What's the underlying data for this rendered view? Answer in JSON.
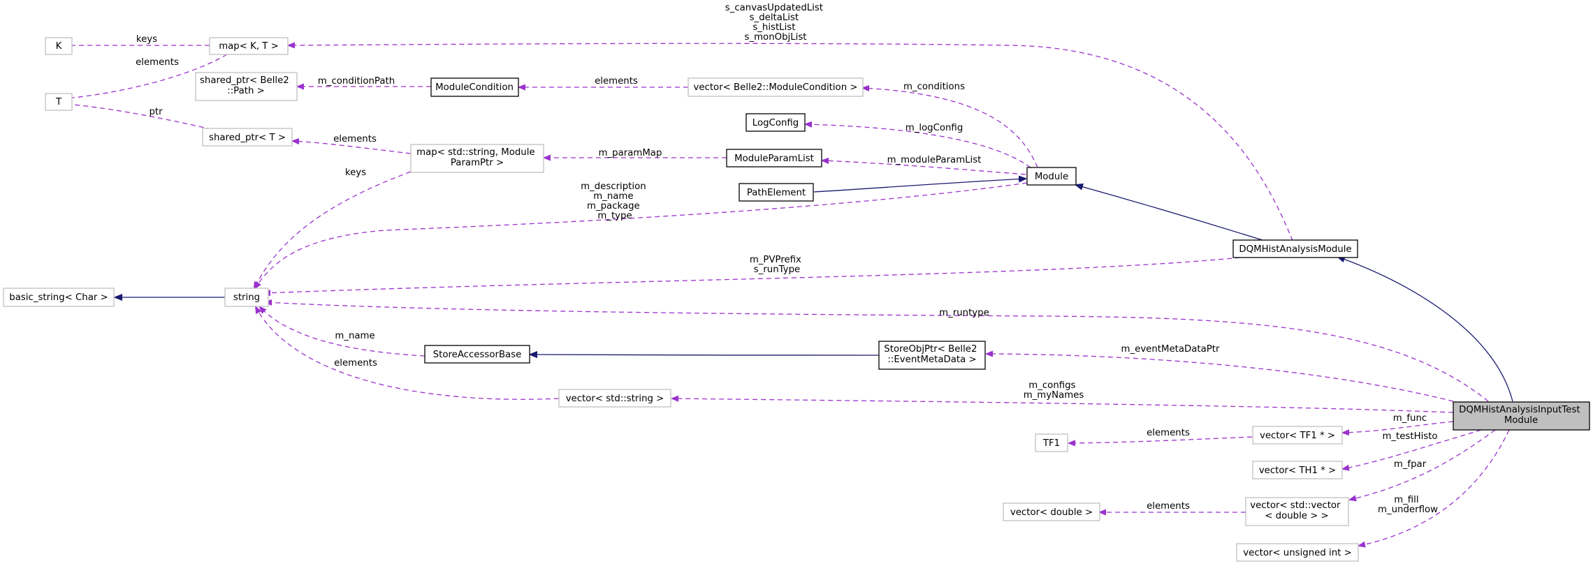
{
  "nodes": {
    "K": {
      "lines": [
        "K"
      ]
    },
    "map_k_t": {
      "lines": [
        "map< K, T >"
      ]
    },
    "T": {
      "lines": [
        "T"
      ]
    },
    "shared_ptr_path": {
      "lines": [
        "shared_ptr< Belle2",
        "::Path >"
      ]
    },
    "module_condition": {
      "lines": [
        "ModuleCondition"
      ]
    },
    "vector_module_condition": {
      "lines": [
        "vector< Belle2::ModuleCondition >"
      ]
    },
    "log_config": {
      "lines": [
        "LogConfig"
      ]
    },
    "shared_ptr_t": {
      "lines": [
        "shared_ptr< T >"
      ]
    },
    "map_string_param": {
      "lines": [
        "map< std::string, Module",
        "ParamPtr >"
      ]
    },
    "module_param_list": {
      "lines": [
        "ModuleParamList"
      ]
    },
    "module": {
      "lines": [
        "Module"
      ]
    },
    "path_element": {
      "lines": [
        "PathElement"
      ]
    },
    "dqm_hist_analysis_module": {
      "lines": [
        "DQMHistAnalysisModule"
      ]
    },
    "basic_string": {
      "lines": [
        "basic_string< Char >"
      ]
    },
    "string": {
      "lines": [
        "string"
      ]
    },
    "store_accessor_base": {
      "lines": [
        "StoreAccessorBase"
      ]
    },
    "store_obj_ptr": {
      "lines": [
        "StoreObjPtr< Belle2",
        "::EventMetaData >"
      ]
    },
    "vector_std_string": {
      "lines": [
        "vector< std::string >"
      ]
    },
    "dqm_input_test_module": {
      "lines": [
        "DQMHistAnalysisInputTest",
        "Module"
      ]
    },
    "vector_tf1": {
      "lines": [
        "vector< TF1 * >"
      ]
    },
    "TF1": {
      "lines": [
        "TF1"
      ]
    },
    "vector_th1": {
      "lines": [
        "vector< TH1 * >"
      ]
    },
    "vector_double": {
      "lines": [
        "vector< double >"
      ]
    },
    "vector_vector_double": {
      "lines": [
        "vector< std::vector",
        "< double > >"
      ]
    },
    "vector_unsigned_int": {
      "lines": [
        "vector< unsigned int >"
      ]
    }
  },
  "edges": {
    "keys_map": {
      "lines": [
        "keys"
      ]
    },
    "elements_map_t": {
      "lines": [
        "elements"
      ]
    },
    "canvas_lists": {
      "lines": [
        "s_canvasUpdatedList",
        "s_deltaList",
        "s_histList",
        "s_monObjList"
      ]
    },
    "condition_path": {
      "lines": [
        "m_conditionPath"
      ]
    },
    "elements_conditions": {
      "lines": [
        "elements"
      ]
    },
    "conditions": {
      "lines": [
        "m_conditions"
      ]
    },
    "ptr": {
      "lines": [
        "ptr"
      ]
    },
    "log_config": {
      "lines": [
        "m_logConfig"
      ]
    },
    "elements_shared_ptr": {
      "lines": [
        "elements"
      ]
    },
    "param_map": {
      "lines": [
        "m_paramMap"
      ]
    },
    "module_param_list": {
      "lines": [
        "m_moduleParamList"
      ]
    },
    "keys_string": {
      "lines": [
        "keys"
      ]
    },
    "module_strings": {
      "lines": [
        "m_description",
        "m_name",
        "m_package",
        "m_type"
      ]
    },
    "pv_prefix": {
      "lines": [
        "m_PVPrefix",
        "s_runType"
      ]
    },
    "runtype": {
      "lines": [
        "m_runtype"
      ]
    },
    "m_name": {
      "lines": [
        "m_name"
      ]
    },
    "elements_vector_string": {
      "lines": [
        "elements"
      ]
    },
    "event_meta_data_ptr": {
      "lines": [
        "m_eventMetaDataPtr"
      ]
    },
    "configs": {
      "lines": [
        "m_configs",
        "m_myNames"
      ]
    },
    "func": {
      "lines": [
        "m_func"
      ]
    },
    "elements_tf1": {
      "lines": [
        "elements"
      ]
    },
    "test_histo": {
      "lines": [
        "m_testHisto"
      ]
    },
    "fpar": {
      "lines": [
        "m_fpar"
      ]
    },
    "elements_double": {
      "lines": [
        "elements"
      ]
    },
    "fill_underflow": {
      "lines": [
        "m_fill",
        "m_underflow"
      ]
    }
  },
  "colors": {
    "dependency_edge": "#9a32cd",
    "inheritance_edge": "#191970",
    "focus_node_fill": "#bfbfbf",
    "external_node_border": "#bfbfbf"
  }
}
